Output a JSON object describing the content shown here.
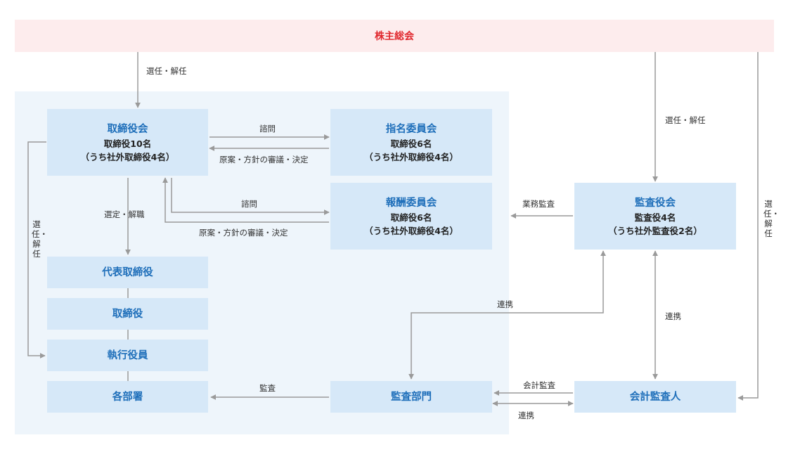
{
  "shareholders_meeting": "株主総会",
  "board": {
    "title": "取締役会",
    "line1": "取締役10名",
    "line2": "（うち社外取締役4名）"
  },
  "nomination_committee": {
    "title": "指名委員会",
    "line1": "取締役6名",
    "line2": "（うち社外取締役4名）"
  },
  "compensation_committee": {
    "title": "報酬委員会",
    "line1": "取締役6名",
    "line2": "（うち社外取締役4名）"
  },
  "audit_board": {
    "title": "監査役会",
    "line1": "監査役4名",
    "line2": "（うち社外監査役2名）"
  },
  "representative_director": "代表取締役",
  "directors": "取締役",
  "executive_officers": "執行役員",
  "departments": "各部署",
  "internal_audit": "監査部門",
  "accounting_auditor": "会計監査人",
  "labels": {
    "elect_dismiss": "選任・解任",
    "elect_dismiss_v": "選任・解任",
    "consult": "諮問",
    "proposal": "原案・方針の審議・決定",
    "select_dismiss": "選定・解職",
    "business_audit": "業務監査",
    "cooperation": "連携",
    "audit": "監査",
    "accounting_audit": "会計監査"
  },
  "colors": {
    "accent": "#1f6fba",
    "box_fill": "#d6e8f8",
    "region_fill": "#eef5fb",
    "band_fill": "#fdeced",
    "band_text": "#e0282e",
    "line": "#9a9a9a"
  }
}
